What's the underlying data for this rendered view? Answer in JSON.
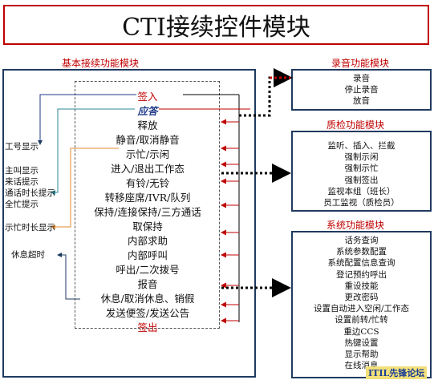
{
  "title": "CTI接续控件模块",
  "sections": {
    "basic": "基本接续功能模块",
    "recording": "录音功能模块",
    "qc": "质检功能模块",
    "system": "系统功能模块"
  },
  "basic_items": [
    "签入",
    "应答",
    "释放",
    "静音/取消静音",
    "示忙/示闲",
    "进入/退出工作态",
    "有铃/无铃",
    "转移座席/IVR/队列",
    "保持/连接保持/三方通话",
    "取保持",
    "内部求助",
    "内部呼叫",
    "呼出/二次拨号",
    "报音",
    "休息/取消休息、销假",
    "发送便签/发送公告",
    "签出"
  ],
  "side_labels": {
    "agent_id": "工号显示",
    "group2": [
      "主叫显示",
      "来话提示",
      "通话时长提示",
      "全忙提示"
    ],
    "busy_duration": "示忙时长显示",
    "rest_timeout": "休息超时"
  },
  "recording_items": [
    "录音",
    "停止录音",
    "放音"
  ],
  "qc_items": [
    "监听、插入、拦截",
    "强制示闲",
    "强制示忙",
    "强制签出",
    "监视本组（班长）",
    "员工监视（质检员）"
  ],
  "system_items": [
    "话务查询",
    "系统参数配置",
    "系统配置信息查询",
    "登记预约呼出",
    "重设技能",
    "更改密码",
    "设置自动进入空闲/工作态",
    "设置前转/忙转",
    "重边CCS",
    "热键设置",
    "显示帮助",
    "在线消息"
  ],
  "watermark": "ITIL先锋论坛",
  "colors": {
    "red": "#c00000",
    "navy": "#1f3a60",
    "blue": "#1f3a88",
    "teal": "#2a8a9a",
    "orange": "#e08a30",
    "gray": "#555555"
  }
}
